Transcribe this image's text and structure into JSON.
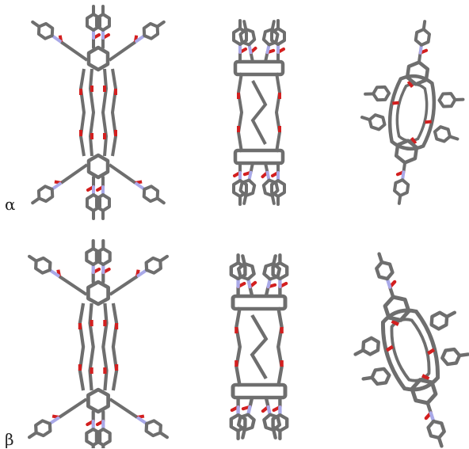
{
  "labels": {
    "alpha": "α",
    "beta": "β"
  },
  "colors": {
    "carbon": "#6e6e6e",
    "carbon_dark": "#555555",
    "oxygen": "#d31f1f",
    "nitrogen": "#a9a9e8",
    "background": "#ffffff"
  },
  "rows": [
    {
      "label_key": "alpha",
      "views": [
        "top-view",
        "side-view",
        "end-view"
      ]
    },
    {
      "label_key": "beta",
      "views": [
        "top-view",
        "side-view",
        "end-view"
      ]
    }
  ]
}
